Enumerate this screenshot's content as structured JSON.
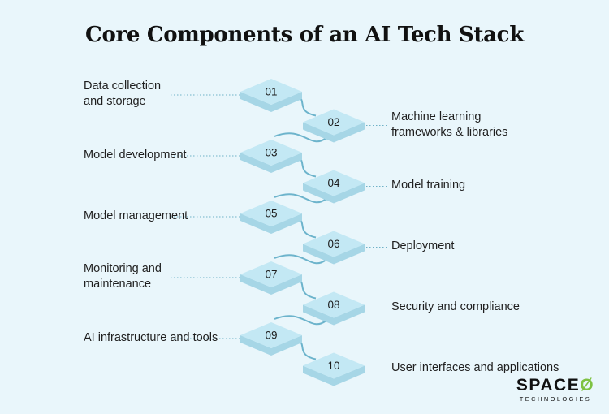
{
  "title": "Core Components of an AI Tech Stack",
  "steps": [
    {
      "num": "01",
      "label": "Data collection\nand storage"
    },
    {
      "num": "02",
      "label": "Machine learning\nframeworks & libraries"
    },
    {
      "num": "03",
      "label": "Model development"
    },
    {
      "num": "04",
      "label": "Model training"
    },
    {
      "num": "05",
      "label": "Model management"
    },
    {
      "num": "06",
      "label": "Deployment"
    },
    {
      "num": "07",
      "label": "Monitoring and\nmaintenance"
    },
    {
      "num": "08",
      "label": "Security and compliance"
    },
    {
      "num": "09",
      "label": "AI infrastructure and tools"
    },
    {
      "num": "10",
      "label": "User interfaces and applications"
    }
  ],
  "logo": {
    "main_prefix": "SPACE",
    "main_accent": "Ø",
    "sub": "TECHNOLOGIES"
  },
  "colors": {
    "diamond_top": "#c3e8f4",
    "diamond_side": "#a6d6e6",
    "connector": "#6db4cc",
    "leader": "#6fb1c7",
    "logo_accent": "#7ec242"
  }
}
